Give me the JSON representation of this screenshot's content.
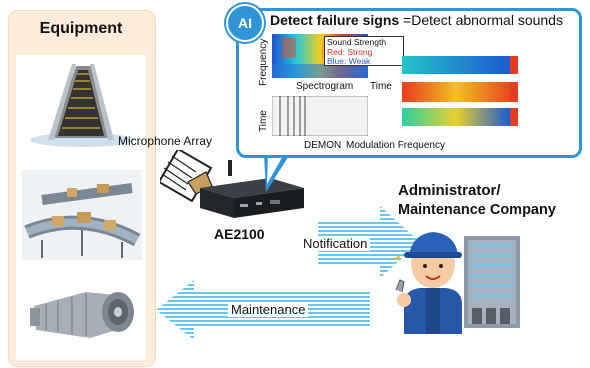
{
  "equipment": {
    "title": "Equipment"
  },
  "ai_panel": {
    "badge": "AI",
    "title_bold": "Detect failure signs",
    "title_rest": " =Detect abnormal sounds",
    "spectrogram": {
      "y_label": "Frequency",
      "x_label": "Spectrogram",
      "time_label": "Time",
      "legend_title": "Sound Strength",
      "legend_strong": "Red: Strong",
      "legend_weak": "Blue: Weak"
    },
    "demon": {
      "y_label": "Time",
      "x_label": "DEMON",
      "mod_label": "Modulation Frequency"
    }
  },
  "microphone": {
    "label": "Microphone Array"
  },
  "device": {
    "label": "AE2100"
  },
  "admin": {
    "line1": "Administrator/",
    "line2": "Maintenance Company"
  },
  "arrows": {
    "notification": "Notification",
    "maintenance": "Maintenance"
  },
  "colors": {
    "accent_blue": "#2f95d8",
    "panel_orange": "#fdecd9",
    "arrow_blue": "#6cc5ef",
    "legend_red": "#e03030",
    "legend_blue": "#2a5ad8"
  }
}
